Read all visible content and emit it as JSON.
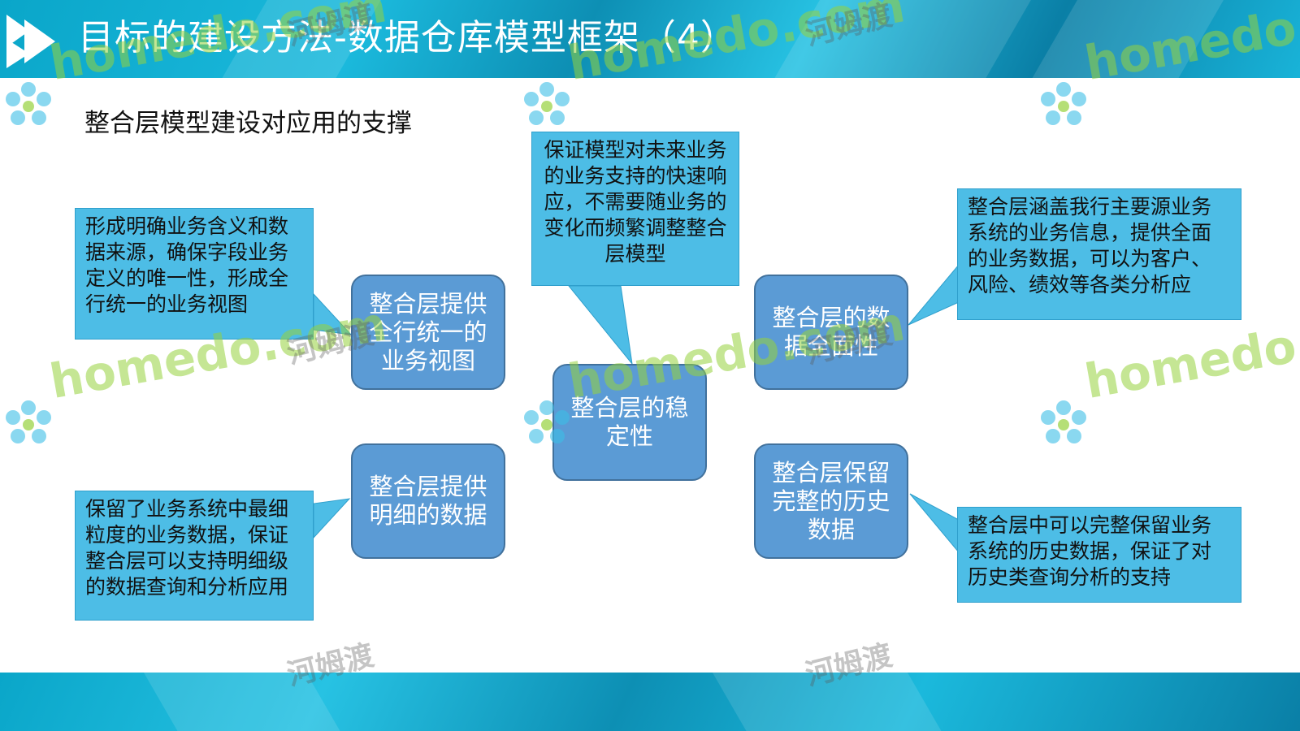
{
  "header": {
    "title": "目标的建设方法-数据仓库模型框架（4）"
  },
  "subtitle": "整合层模型建设对应用的支撑",
  "nodes": {
    "center": "整合层的稳定性",
    "top_left": "整合层提供全行统一的业务视图",
    "bottom_left": "整合层提供明细的数据",
    "top_right": "整合层的数据全面性",
    "bottom_right": "整合层保留完整的历史数据"
  },
  "callouts": {
    "top_center": "保证模型对未来业务的业务支持的快速响应，不需要随业务的变化而频繁调整整合层模型",
    "top_left": "形成明确业务含义和数据来源，确保字段业务定义的唯一性，形成全行统一的业务视图",
    "bottom_left": "保留了业务系统中最细粒度的业务数据，保证整合层可以支持明细级的数据查询和分析应用",
    "top_right": "整合层涵盖我行主要源业务系统的业务信息，提供全面的业务数据，可以为客户、风险、绩效等各类分析应",
    "bottom_right": "整合层中可以完整保留业务系统的历史数据，保证了对历史类查询分析的支持"
  },
  "watermark": {
    "brand": "homedo.com",
    "brand_cn": "河姆渡"
  },
  "colors": {
    "header_band": "#1bb9dc",
    "callout_fill": "#4dbde6",
    "node_fill": "#5b9bd5",
    "node_border": "#41719c"
  }
}
